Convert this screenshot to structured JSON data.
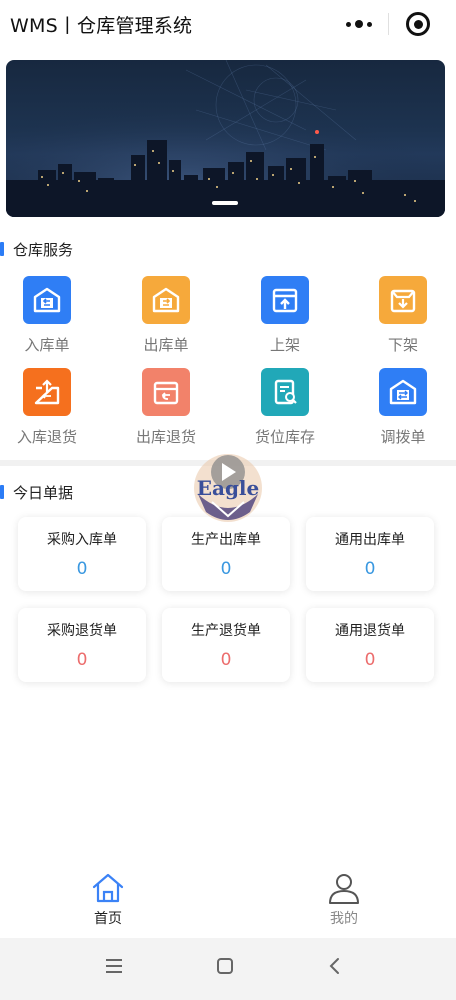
{
  "header": {
    "title": "WMS丨仓库管理系统",
    "more_icon": "more-dots-icon",
    "close_icon": "target-icon"
  },
  "sections": {
    "services_title": "仓库服务",
    "today_title": "今日单据"
  },
  "services": [
    {
      "label": "入库单",
      "icon": "warehouse-in-icon",
      "color": "#2f7ef5"
    },
    {
      "label": "出库单",
      "icon": "warehouse-out-icon",
      "color": "#f6a93b"
    },
    {
      "label": "上架",
      "icon": "box-up-icon",
      "color": "#2f7ef5"
    },
    {
      "label": "下架",
      "icon": "box-down-icon",
      "color": "#f6a93b"
    },
    {
      "label": "入库退货",
      "icon": "return-in-icon",
      "color": "#f5701e"
    },
    {
      "label": "出库退货",
      "icon": "return-out-icon",
      "color": "#f2826a"
    },
    {
      "label": "货位库存",
      "icon": "location-stock-icon",
      "color": "#21a8b8"
    },
    {
      "label": "调拨单",
      "icon": "transfer-icon",
      "color": "#2f7ef5"
    }
  ],
  "today": [
    {
      "label": "采购入库单",
      "value": "0",
      "color": "#3a98e0"
    },
    {
      "label": "生产出库单",
      "value": "0",
      "color": "#3a98e0"
    },
    {
      "label": "通用出库单",
      "value": "0",
      "color": "#3a98e0"
    },
    {
      "label": "采购退货单",
      "value": "0",
      "color": "#ec6d6d"
    },
    {
      "label": "生产退货单",
      "value": "0",
      "color": "#ec6d6d"
    },
    {
      "label": "通用退货单",
      "value": "0",
      "color": "#ec6d6d"
    }
  ],
  "watermark": {
    "text": "Eagle"
  },
  "tabbar": [
    {
      "label": "首页",
      "icon": "home-icon",
      "active": true,
      "color": "#222222",
      "icon_color": "#3b82f6"
    },
    {
      "label": "我的",
      "icon": "user-icon",
      "active": false,
      "color": "#888888",
      "icon_color": "#555555"
    }
  ],
  "navbar": {
    "menu_icon": "menu-icon",
    "home_icon": "square-icon",
    "back_icon": "back-icon"
  }
}
